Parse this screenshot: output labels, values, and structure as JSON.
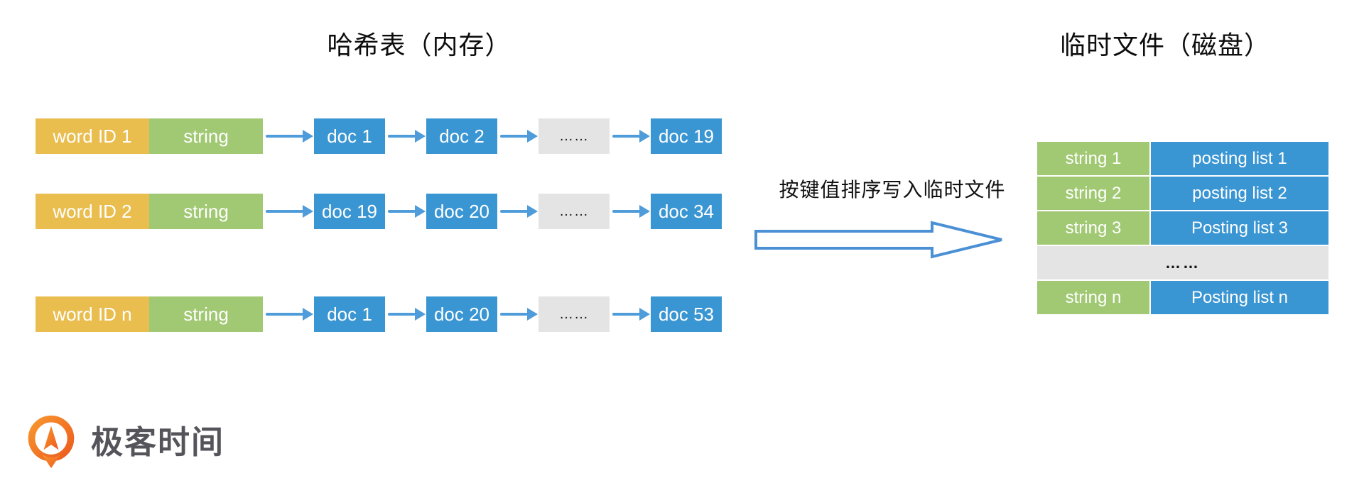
{
  "left": {
    "title": "哈希表（内存）",
    "rows": [
      {
        "word_id": "word ID 1",
        "string_label": "string",
        "docs": [
          "doc 1",
          "doc 2",
          "……",
          "doc 19"
        ]
      },
      {
        "word_id": "word ID 2",
        "string_label": "string",
        "docs": [
          "doc 19",
          "doc 20",
          "……",
          "doc 34"
        ]
      },
      {
        "word_id": "word ID n",
        "string_label": "string",
        "docs": [
          "doc 1",
          "doc 20",
          "……",
          "doc 53"
        ]
      }
    ]
  },
  "middle": {
    "arrow_label": "按键值排序写入临时文件"
  },
  "right": {
    "title": "临时文件（磁盘）",
    "rows": [
      {
        "string": "string 1",
        "posting_list": "posting list 1"
      },
      {
        "string": "string 2",
        "posting_list": "posting list 2"
      },
      {
        "string": "string 3",
        "posting_list": "Posting list 3"
      },
      {
        "ellipsis": "……"
      },
      {
        "string": "string n",
        "posting_list": "Posting list n"
      }
    ]
  },
  "footer": {
    "logo_text": "极客时间"
  },
  "colors": {
    "word_id_yellow": "#E9BD4E",
    "string_green": "#A1C873",
    "doc_blue": "#3A95D3",
    "ellipsis_gray": "#E4E4E4",
    "arrow_blue": "#4E9CDA",
    "logo_orange": "#EC5B1E",
    "logo_text_gray": "#54545A"
  }
}
